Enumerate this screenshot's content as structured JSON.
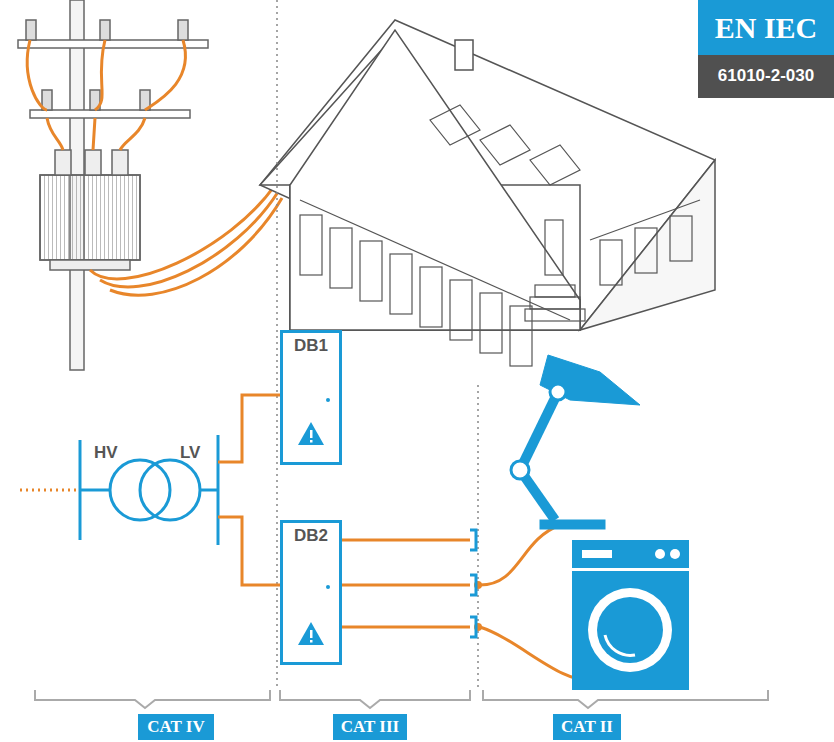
{
  "diagram": {
    "nodes": [
      {
        "text": [
          "EN IEC"
        ]
      },
      {
        "text": [
          "61010-2-030"
        ]
      },
      {
        "text": [
          "DB1"
        ]
      },
      {
        "text": [
          "DB2"
        ]
      },
      {
        "text": [
          "CAT IV"
        ]
      },
      {
        "text": [
          "CAT III"
        ]
      },
      {
        "text": [
          "CAT II"
        ]
      }
    ],
    "labels": [
      "HV",
      "LV"
    ]
  }
}
